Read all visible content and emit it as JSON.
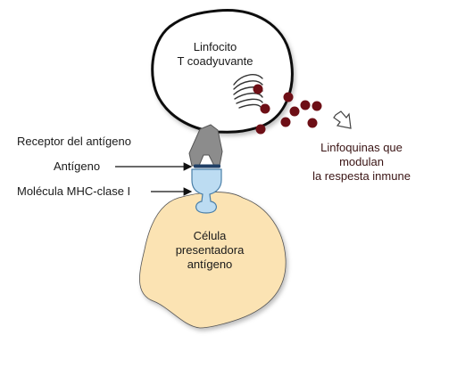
{
  "labels": {
    "t_cell": [
      "Linfocito",
      "T coadyuvante"
    ],
    "receptor": "Receptor del antígeno",
    "antigen": "Antígeno",
    "mhc": "Molécula MHC-clase I",
    "lymphokines": [
      "Linfoquinas que",
      "modulan",
      "la respesta inmune"
    ],
    "apc": [
      "Célula",
      "presentadora",
      "antígeno"
    ]
  },
  "colors": {
    "apc_fill": "#fbe3b3",
    "t_cell_fill": "#ffffff",
    "outline": "#111111",
    "receptor_fill": "#8c8c8c",
    "mhc_fill": "#bcdcf2",
    "mhc_stroke": "#4a7fa8",
    "antigen_fill": "#1f3f66",
    "lymphokine_fill": "#6e0f16",
    "label_text": "#1a1a1a",
    "lymphokine_text": "#3a1414"
  }
}
